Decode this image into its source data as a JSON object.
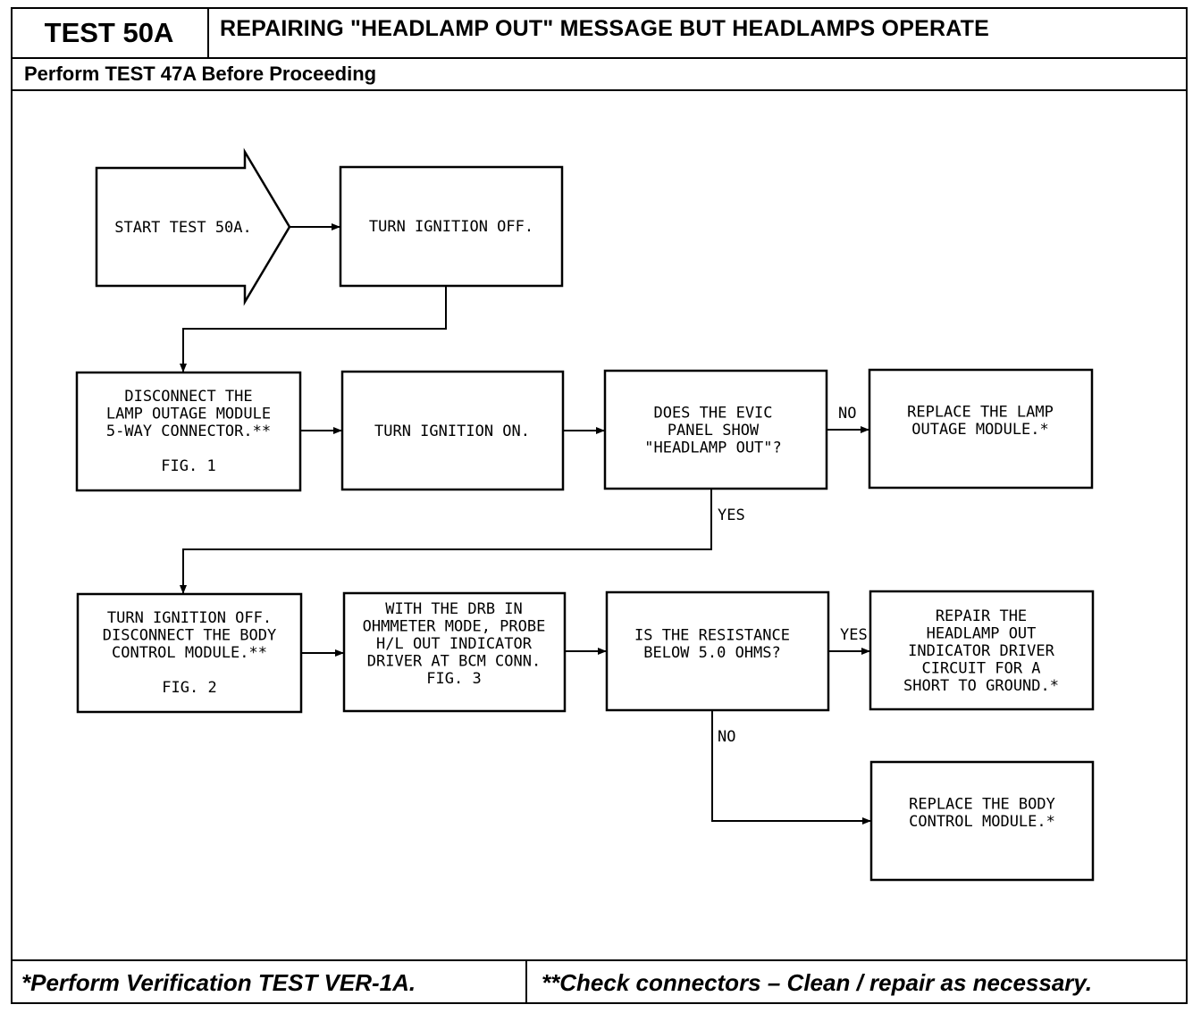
{
  "header": {
    "test_id": "TEST 50A",
    "title": "REPAIRING \"HEADLAMP OUT\" MESSAGE BUT HEADLAMPS OPERATE",
    "prerequisite": "Perform TEST 47A Before Proceeding"
  },
  "flowchart": {
    "start": {
      "lines": [
        "START TEST 50A."
      ]
    },
    "steps": {
      "ignition_off": {
        "lines": [
          "TURN IGNITION OFF."
        ]
      },
      "disconnect_lamp_module": {
        "lines": [
          "DISCONNECT THE",
          "LAMP OUTAGE MODULE",
          "5-WAY CONNECTOR.**",
          "",
          "FIG. 1"
        ]
      },
      "ignition_on": {
        "lines": [
          "TURN IGNITION ON."
        ]
      },
      "evic_question": {
        "lines": [
          "DOES THE EVIC",
          "PANEL SHOW",
          "\"HEADLAMP OUT\"?"
        ]
      },
      "replace_lamp_module": {
        "lines": [
          "REPLACE THE LAMP",
          "OUTAGE MODULE.*"
        ]
      },
      "ignition_off_disconnect_bcm": {
        "lines": [
          "TURN IGNITION OFF.",
          "DISCONNECT THE BODY",
          "CONTROL MODULE.**",
          "",
          "FIG. 2"
        ]
      },
      "probe_driver": {
        "lines": [
          "WITH THE DRB IN",
          "OHMMETER MODE, PROBE",
          "H/L OUT INDICATOR",
          "DRIVER AT BCM CONN.",
          "FIG. 3"
        ]
      },
      "resistance_question": {
        "lines": [
          "IS THE RESISTANCE",
          "BELOW 5.0 OHMS?"
        ]
      },
      "repair_circuit": {
        "lines": [
          "REPAIR THE",
          "HEADLAMP OUT",
          "INDICATOR DRIVER",
          "CIRCUIT FOR A",
          "SHORT TO GROUND.*"
        ]
      },
      "replace_bcm": {
        "lines": [
          "REPLACE THE BODY",
          "CONTROL MODULE.*"
        ]
      }
    },
    "branch_labels": {
      "evic_no": "NO",
      "evic_yes": "YES",
      "resistance_yes": "YES",
      "resistance_no": "NO"
    }
  },
  "footer": {
    "verification_note": "*Perform Verification TEST VER-1A.",
    "connector_note": "**Check connectors – Clean / repair as necessary."
  }
}
